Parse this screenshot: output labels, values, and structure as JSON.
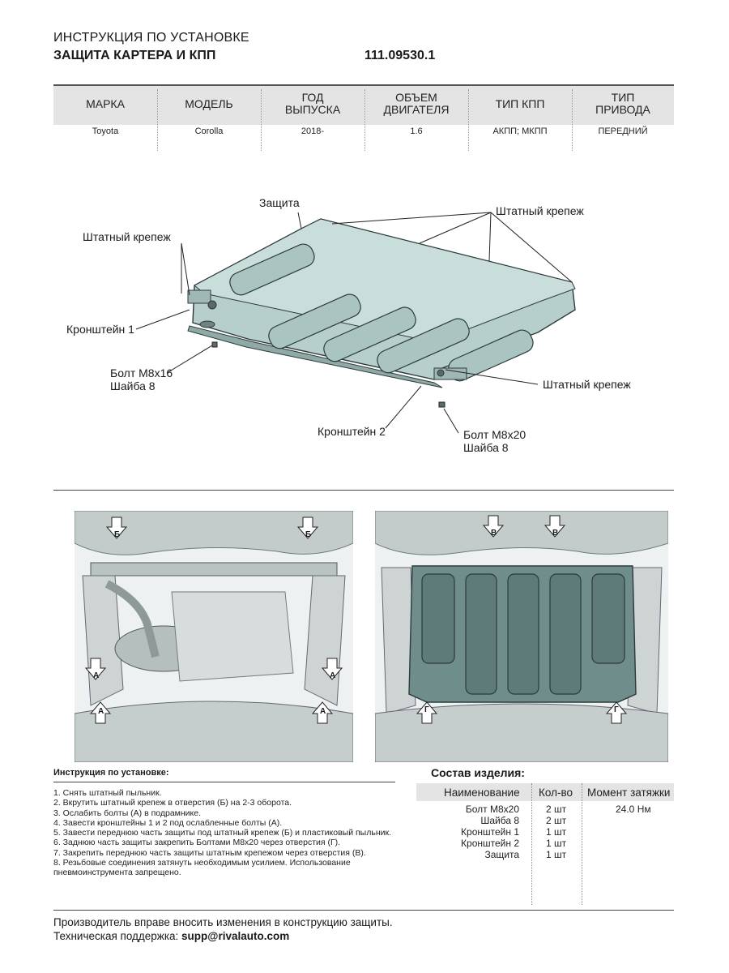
{
  "header": {
    "line1": "ИНСТРУКЦИЯ ПО УСТАНОВКЕ",
    "line2": "ЗАЩИТА КАРТЕРА И КПП",
    "code": "111.09530.1"
  },
  "spec": {
    "columns": [
      {
        "head": "МАРКА",
        "value": "Toyota"
      },
      {
        "head": "МОДЕЛЬ",
        "value": "Corolla"
      },
      {
        "head": "ГОД ВЫПУСКА",
        "value": "2018-"
      },
      {
        "head": "ОБЪЕМ ДВИГАТЕЛЯ",
        "value": "1.6"
      },
      {
        "head": "ТИП КПП",
        "value": "АКПП; МКПП"
      },
      {
        "head": "ТИП ПРИВОДА",
        "value": "ПЕРЕДНИЙ"
      }
    ]
  },
  "diagram": {
    "label_guard": "Защита",
    "label_mount_top": "Штатный крепеж",
    "label_mount_left": "Штатный крепеж",
    "label_mount_right": "Штатный крепеж",
    "label_bracket1": "Кронштейн 1",
    "label_bolt1_line1": "Болт М8х16",
    "label_bolt1_line2": "Шайба 8",
    "label_bracket2": "Кронштейн 2",
    "label_bolt2_line1": "Болт М8х20",
    "label_bolt2_line2": "Шайба 8"
  },
  "photos": {
    "left_markers": [
      "Б",
      "Б",
      "А",
      "А",
      "А",
      "А"
    ],
    "right_markers": [
      "В",
      "В",
      "Г",
      "Г"
    ]
  },
  "instructions": {
    "title": "Инструкция по установке:",
    "steps": [
      "1. Снять штатный пыльник.",
      "2. Вкрутить штатный крепеж в отверстия (Б) на 2-3 оборота.",
      "3. Ослабить болты (А) в подрамнике.",
      "4. Завести кронштейны 1 и 2 под ослабленные болты (А).",
      "5. Завести переднюю часть защиты под штатный крепеж (Б) и пластиковый пыльник.",
      "6. Заднюю часть защиты закрепить Болтами М8х20 через отверстия (Г).",
      "7. Закрепить переднюю часть защиты штатным крепежом через отверстия (В).",
      "8. Резьбовые соединения затянуть необходимым усилием. Использование пневмоинструмента запрещено."
    ]
  },
  "composition": {
    "title": "Состав изделия:",
    "headers": {
      "name": "Наименование",
      "qty": "Кол-во",
      "torque": "Момент затяжки"
    },
    "rows": [
      {
        "name": "Болт М8х20",
        "qty": "2 шт",
        "torque": "24.0 Нм"
      },
      {
        "name": "Шайба 8",
        "qty": "2 шт",
        "torque": ""
      },
      {
        "name": "Кронштейн 1",
        "qty": "1 шт",
        "torque": ""
      },
      {
        "name": "Кронштейн 2",
        "qty": "1 шт",
        "torque": ""
      },
      {
        "name": "Защита",
        "qty": "1 шт",
        "torque": ""
      }
    ]
  },
  "footer": {
    "line1": "Производитель вправе вносить изменения в конструкцию защиты.",
    "line2_prefix": "Техническая поддержка: ",
    "email": "supp@rivalauto.com"
  }
}
